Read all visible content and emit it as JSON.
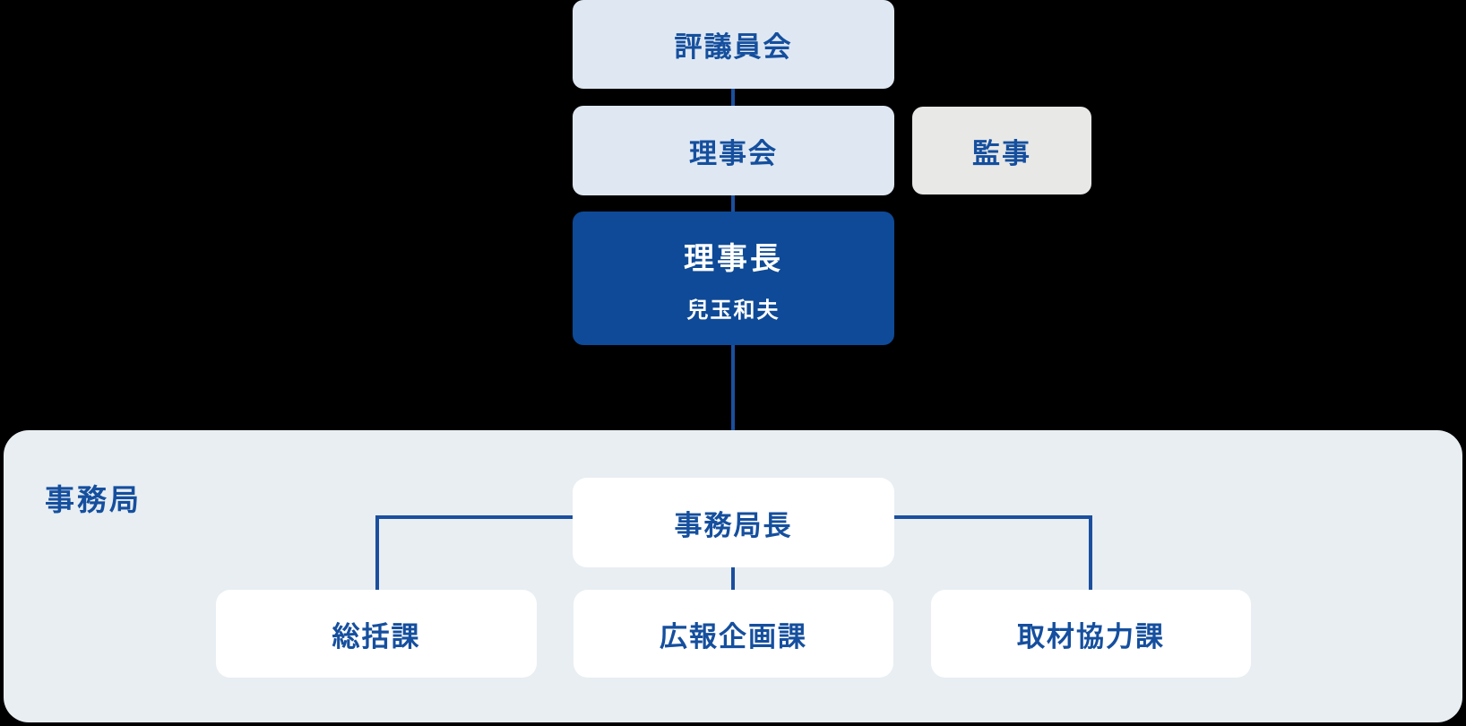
{
  "colors": {
    "background": "#000000",
    "light_blue_box": "#dfe8f2",
    "gray_box": "#e8e8e7",
    "dark_blue_box": "#0e4a97",
    "panel": "#e8eef2",
    "white_box": "#ffffff",
    "text_blue": "#154f9e",
    "line_blue": "#1b4f9e",
    "dark_box_text": "#ffffff"
  },
  "org_chart": {
    "councilors": {
      "label": "評議員会"
    },
    "board": {
      "label": "理事会"
    },
    "auditor": {
      "label": "監事"
    },
    "president": {
      "title": "理事長",
      "name": "兒玉和夫"
    },
    "secretariat": {
      "label": "事務局",
      "head": {
        "label": "事務局長"
      },
      "sections": [
        {
          "label": "総括課"
        },
        {
          "label": "広報企画課"
        },
        {
          "label": "取材協力課"
        }
      ]
    }
  }
}
